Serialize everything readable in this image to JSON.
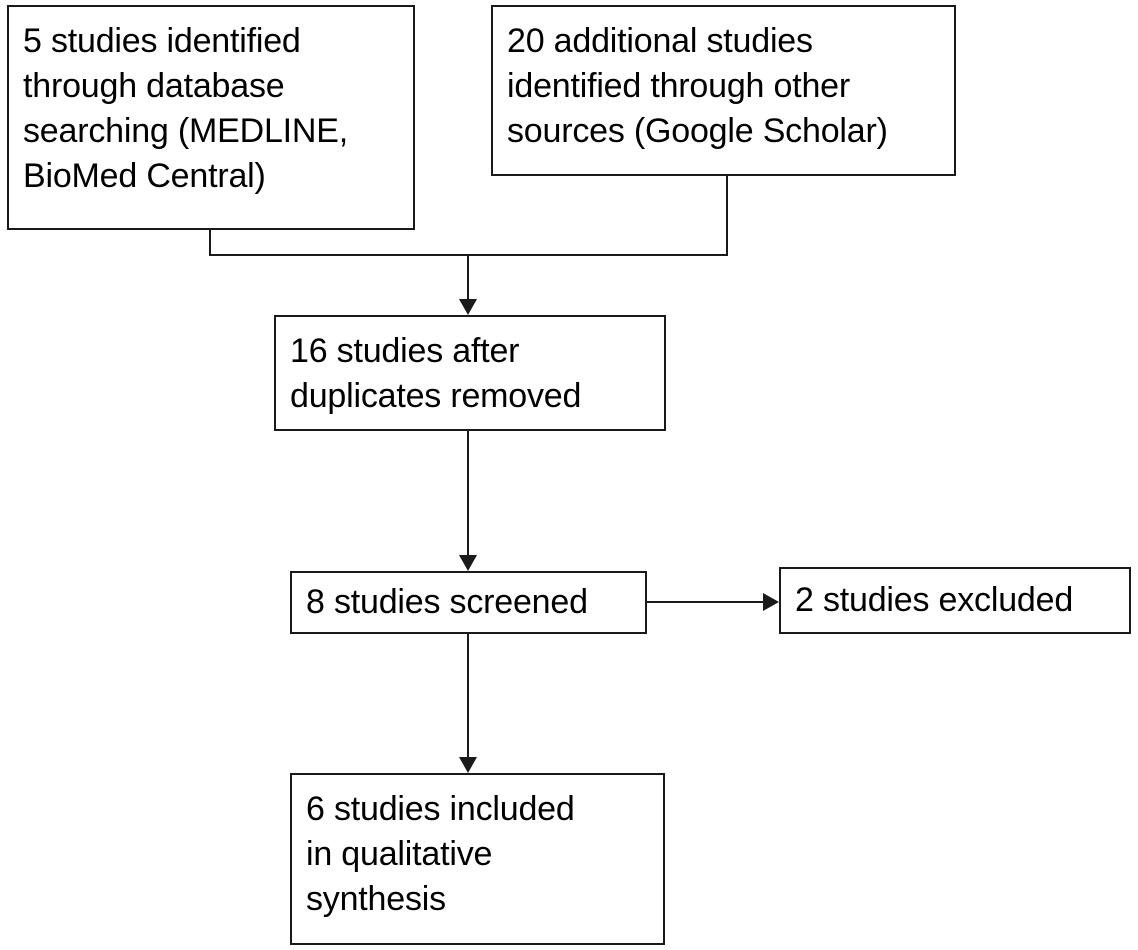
{
  "diagram": {
    "type": "prisma-flow-diagram",
    "stroke_color": "#1a1a1a",
    "background_color": "#ffffff",
    "nodes": {
      "database": {
        "label": "5 studies identified\nthrough database\nsearching (MEDLINE,\nBioMed Central)",
        "count": 5
      },
      "other_sources": {
        "label": "20 additional studies\nidentified through other\nsources (Google Scholar)",
        "count": 20
      },
      "duplicates_removed": {
        "label": "16 studies after\nduplicates removed",
        "count": 16
      },
      "screened": {
        "label": "8 studies screened",
        "count": 8
      },
      "excluded": {
        "label": "2 studies excluded",
        "count": 2
      },
      "included": {
        "label": "6 studies included\nin qualitative\nsynthesis",
        "count": 6
      }
    }
  }
}
